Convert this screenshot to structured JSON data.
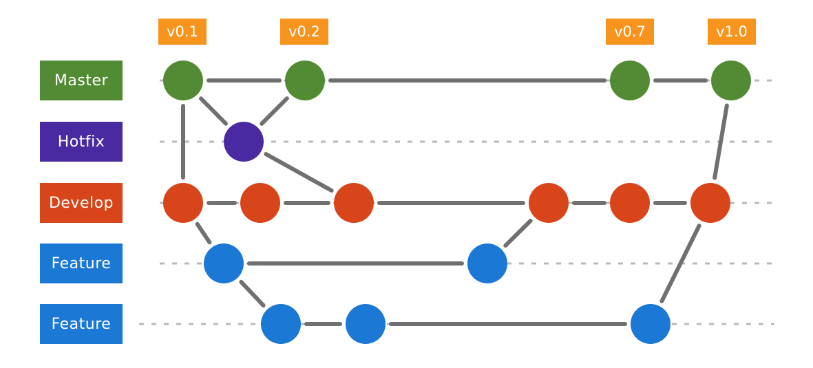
{
  "branches": [
    {
      "id": "master",
      "label": "Master",
      "color": "#538b34"
    },
    {
      "id": "hotfix",
      "label": "Hotfix",
      "color": "#4a2aa0"
    },
    {
      "id": "develop",
      "label": "Develop",
      "color": "#d9451a"
    },
    {
      "id": "feature1",
      "label": "Feature",
      "color": "#1b78d4"
    },
    {
      "id": "feature2",
      "label": "Feature",
      "color": "#1b78d4"
    }
  ],
  "tags": [
    {
      "label": "v0.1",
      "commit": "m1"
    },
    {
      "label": "v0.2",
      "commit": "m2"
    },
    {
      "label": "v0.7",
      "commit": "m3"
    },
    {
      "label": "v1.0",
      "commit": "m4"
    }
  ],
  "colors": {
    "edge": "#707070",
    "dotted": "#b9b9b9",
    "tag": "#f7941d",
    "label_text": "#ffffff"
  }
}
